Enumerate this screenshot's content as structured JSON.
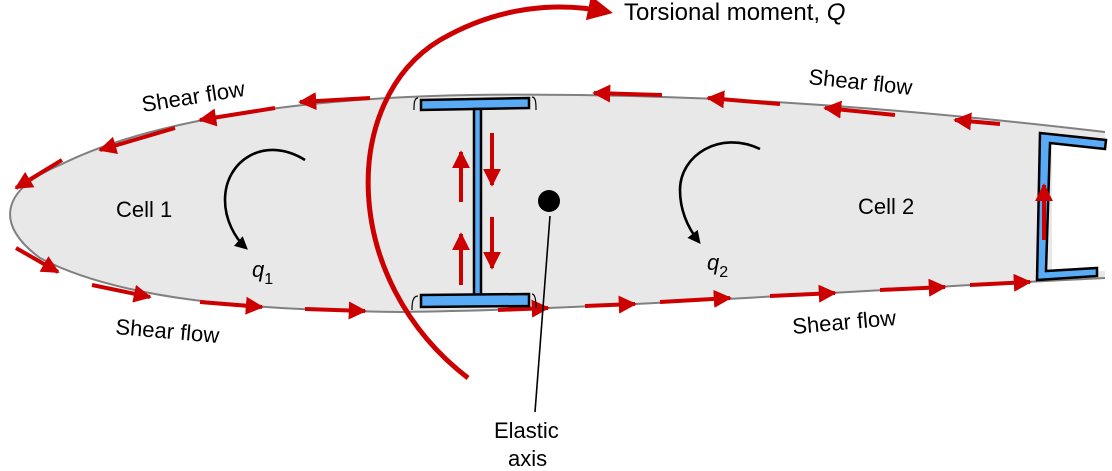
{
  "title": {
    "text": "Torsional moment, ",
    "symbol": "Q"
  },
  "cells": [
    {
      "label": "Cell 1",
      "flow": "q",
      "subscript": "1"
    },
    {
      "label": "Cell 2",
      "flow": "q",
      "subscript": "2"
    }
  ],
  "shear_flow_labels": [
    "Shear flow",
    "Shear flow",
    "Shear flow",
    "Shear flow"
  ],
  "elastic_axis": {
    "line1": "Elastic",
    "line2": "axis"
  },
  "colors": {
    "skin_fill": "#e8e8e8",
    "skin_outline": "#808080",
    "arrow_red": "#cc0000",
    "spar_blue": "#5aabf5",
    "ink": "#000000"
  }
}
